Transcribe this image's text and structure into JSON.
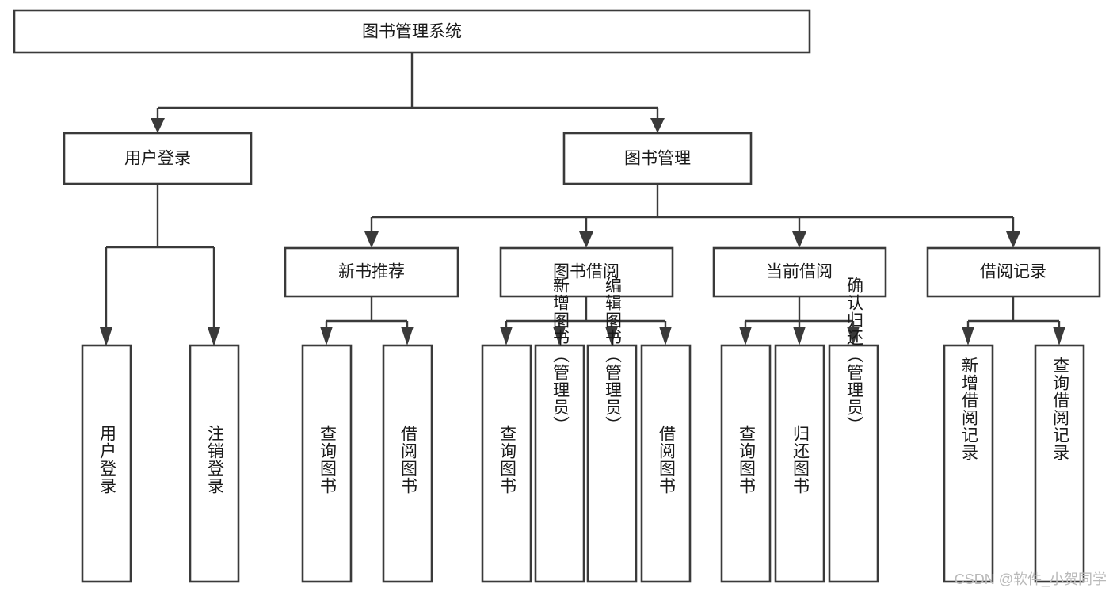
{
  "diagram": {
    "type": "tree-hierarchy-chart",
    "title": "图书管理系统",
    "watermark": "CSDN @软件_小贺同学",
    "colors": {
      "stroke": "#3a3a3a",
      "box_fill": "#ffffff",
      "text": "#1a1a1a",
      "background": "#ffffff",
      "watermark": "#b9b9b9"
    },
    "levels": {
      "root": {
        "label": "图书管理系统"
      },
      "level2": [
        {
          "label": "用户登录"
        },
        {
          "label": "图书管理"
        }
      ],
      "level3": [
        {
          "label": "新书推荐"
        },
        {
          "label": "图书借阅"
        },
        {
          "label": "当前借阅"
        },
        {
          "label": "借阅记录"
        }
      ],
      "leaves": {
        "user_login": [
          {
            "label": "用户登录"
          },
          {
            "label": "注销登录"
          }
        ],
        "new_book_recommend": [
          {
            "label": "查询图书"
          },
          {
            "label": "借阅图书"
          }
        ],
        "book_borrow": [
          {
            "label": "查询图书"
          },
          {
            "label": "新增图书（管理员）"
          },
          {
            "label": "编辑图书（管理员）"
          },
          {
            "label": "借阅图书"
          }
        ],
        "current_borrow": [
          {
            "label": "查询图书"
          },
          {
            "label": "归还图书"
          },
          {
            "label": "确认归还（管理员）"
          }
        ],
        "borrow_record": [
          {
            "label": "新增借阅记录"
          },
          {
            "label": "查询借阅记录"
          }
        ]
      }
    }
  }
}
